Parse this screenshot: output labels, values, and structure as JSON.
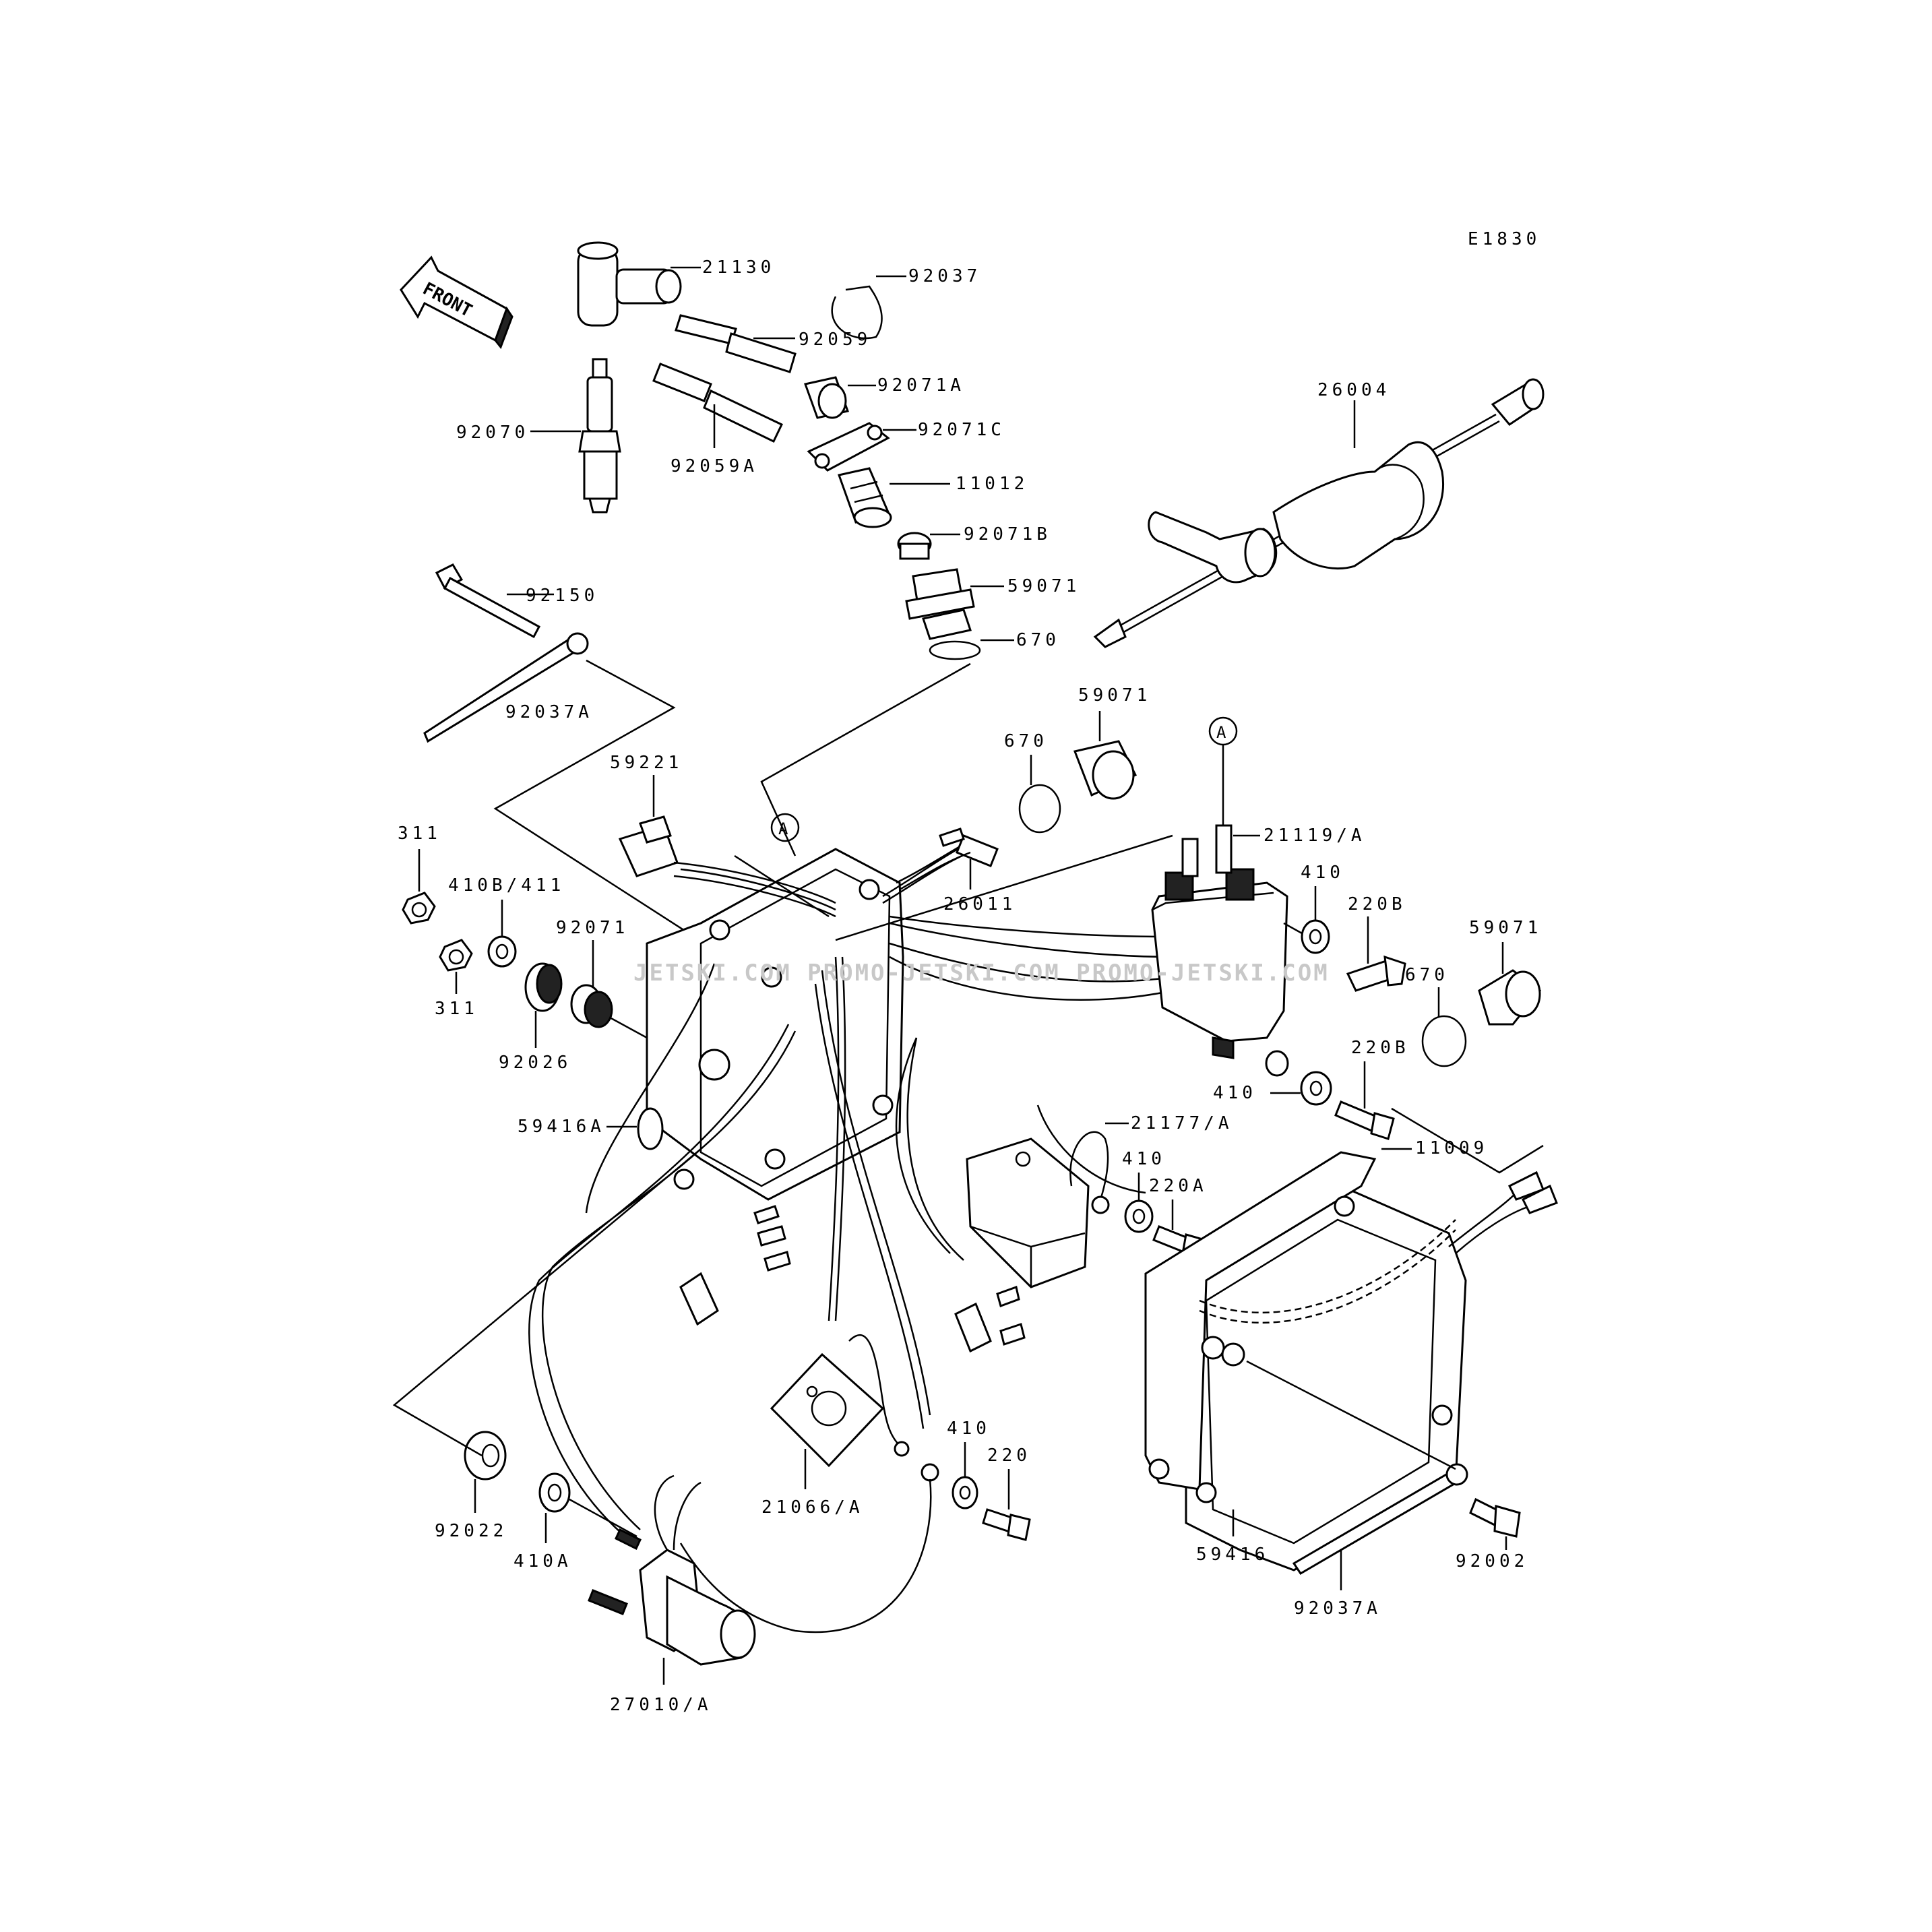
{
  "diagram_code": "E1830",
  "front_label": "FRONT",
  "callout_letter": "A",
  "watermark": "JETSKI.COM PROMO-JETSKI.COM PROMO-JETSKI.COM",
  "parts": [
    {
      "id": "p21130",
      "number": "21130",
      "name": "spark-plug-cap"
    },
    {
      "id": "p92037",
      "number": "92037",
      "name": "clamp"
    },
    {
      "id": "p92059",
      "number": "92059",
      "name": "tube"
    },
    {
      "id": "p92059A",
      "number": "92059A",
      "name": "tube"
    },
    {
      "id": "p92070",
      "number": "92070",
      "name": "spark-plug"
    },
    {
      "id": "p92071A",
      "number": "92071A",
      "name": "grommet"
    },
    {
      "id": "p92071C",
      "number": "92071C",
      "name": "grommet"
    },
    {
      "id": "p11012",
      "number": "11012",
      "name": "cap"
    },
    {
      "id": "p92071B",
      "number": "92071B",
      "name": "grommet"
    },
    {
      "id": "p59071_top",
      "number": "59071",
      "name": "fitting"
    },
    {
      "id": "p670_top",
      "number": "670",
      "name": "o-ring"
    },
    {
      "id": "p26004",
      "number": "26004",
      "name": "fuse-holder"
    },
    {
      "id": "p92150",
      "number": "92150",
      "name": "bolt"
    },
    {
      "id": "p92037A_left",
      "number": "92037A",
      "name": "band"
    },
    {
      "id": "p59071_mid",
      "number": "59071",
      "name": "fitting"
    },
    {
      "id": "p670_mid",
      "number": "670",
      "name": "o-ring"
    },
    {
      "id": "p59221",
      "number": "59221",
      "name": "connector"
    },
    {
      "id": "p21119",
      "number": "21119/A",
      "name": "ignition-coil"
    },
    {
      "id": "p311_a",
      "number": "311",
      "name": "nut"
    },
    {
      "id": "p410B",
      "number": "410B/411",
      "name": "washer"
    },
    {
      "id": "p410_a",
      "number": "410",
      "name": "washer"
    },
    {
      "id": "p220B_a",
      "number": "220B",
      "name": "bolt"
    },
    {
      "id": "p59071_right",
      "number": "59071",
      "name": "fitting"
    },
    {
      "id": "p26011",
      "number": "26011",
      "name": "lead"
    },
    {
      "id": "p92071",
      "number": "92071",
      "name": "grommet"
    },
    {
      "id": "p311_b",
      "number": "311",
      "name": "nut"
    },
    {
      "id": "p670_right",
      "number": "670",
      "name": "o-ring"
    },
    {
      "id": "p92026",
      "number": "92026",
      "name": "grommet"
    },
    {
      "id": "p220B_b",
      "number": "220B",
      "name": "bolt"
    },
    {
      "id": "p410_b",
      "number": "410",
      "name": "washer"
    },
    {
      "id": "p59416A",
      "number": "59416A",
      "name": "case"
    },
    {
      "id": "p21177",
      "number": "21177/A",
      "name": "igniter"
    },
    {
      "id": "p11009",
      "number": "11009",
      "name": "gasket"
    },
    {
      "id": "p410_c",
      "number": "410",
      "name": "washer"
    },
    {
      "id": "p220A",
      "number": "220A",
      "name": "bolt"
    },
    {
      "id": "p410_d",
      "number": "410",
      "name": "washer"
    },
    {
      "id": "p220",
      "number": "220",
      "name": "bolt"
    },
    {
      "id": "p21066",
      "number": "21066/A",
      "name": "regulator"
    },
    {
      "id": "p59416",
      "number": "59416",
      "name": "cover"
    },
    {
      "id": "p92002",
      "number": "92002",
      "name": "bolt"
    },
    {
      "id": "p92022",
      "number": "92022",
      "name": "grommet"
    },
    {
      "id": "p410A",
      "number": "410A",
      "name": "washer"
    },
    {
      "id": "p92037A_right",
      "number": "92037A",
      "name": "band"
    },
    {
      "id": "p27010",
      "number": "27010/A",
      "name": "starter-relay"
    }
  ]
}
